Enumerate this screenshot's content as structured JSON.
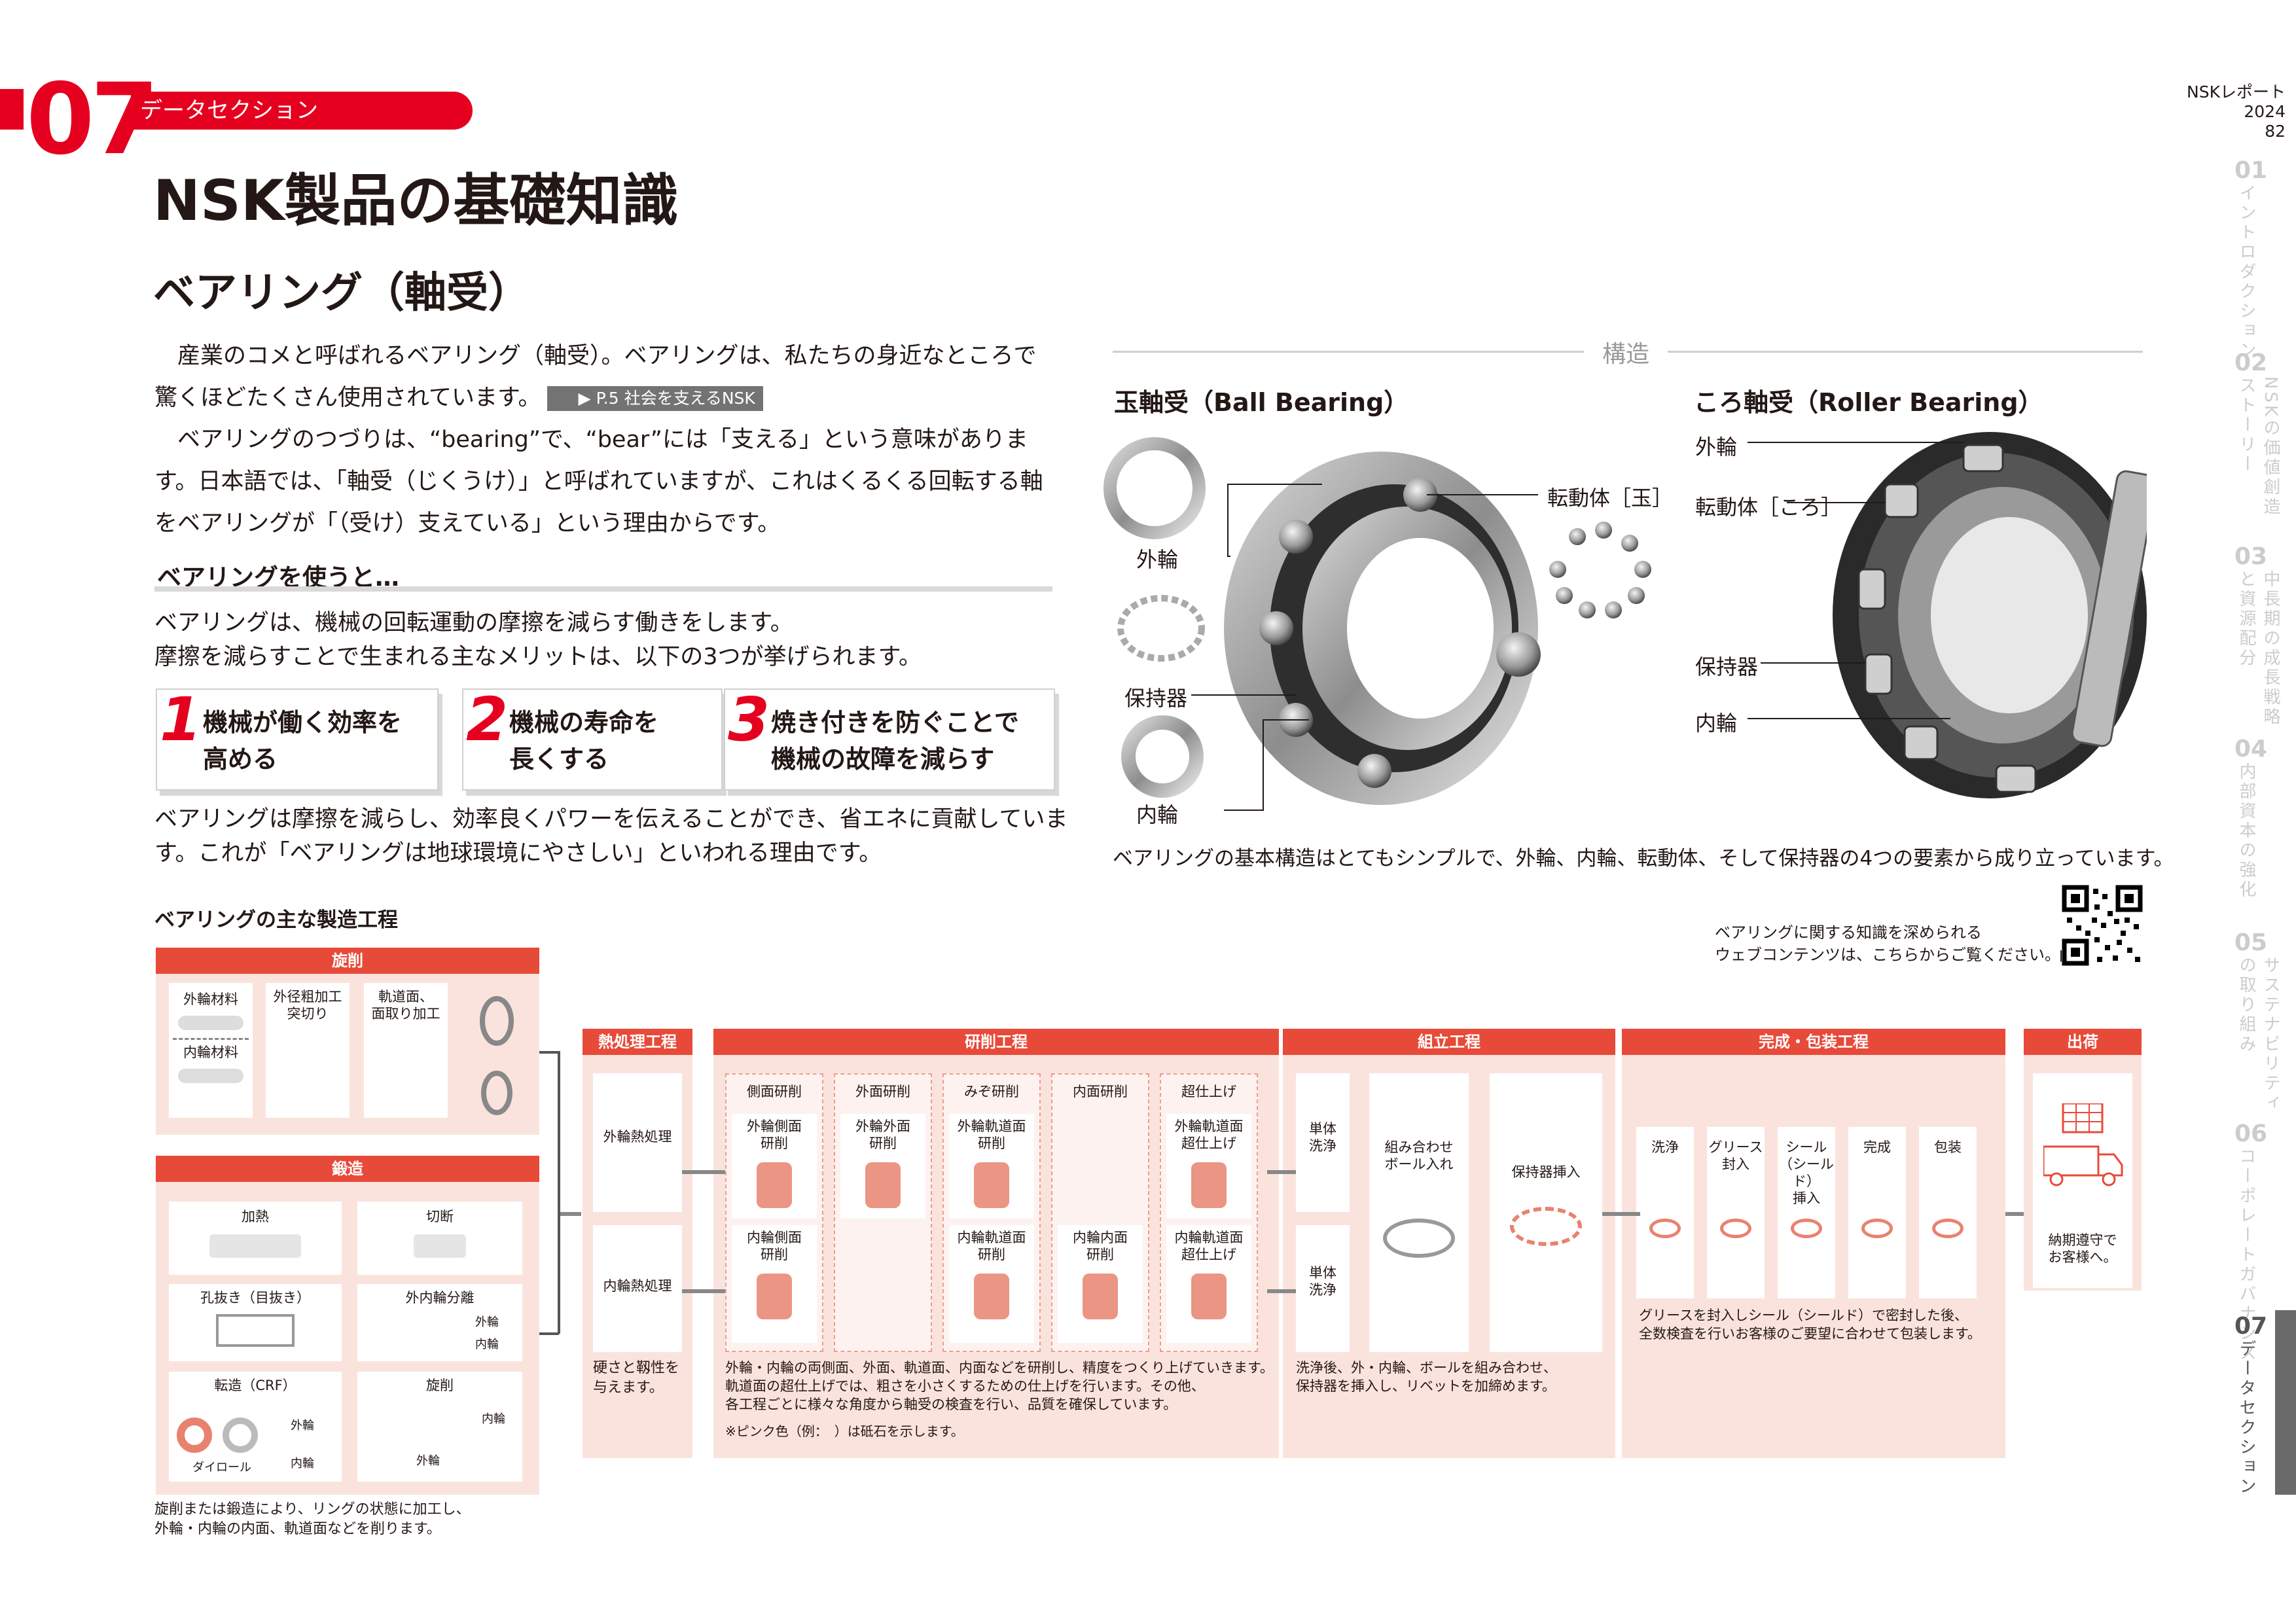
{
  "header": {
    "section_number": "07",
    "section_label": "データセクション",
    "title": "NSK製品の基礎知識",
    "subtitle": "ベアリング（軸受）"
  },
  "sidebar": {
    "report": "NSKレポート",
    "year": "2024",
    "page": "82",
    "items": [
      {
        "num": "01",
        "label": "イントロダクション",
        "active": false
      },
      {
        "num": "02",
        "label": "NSKの価値創造ストーリー",
        "active": false
      },
      {
        "num": "03",
        "label": "中長期の成長戦略と資源配分",
        "active": false
      },
      {
        "num": "04",
        "label": "内部資本の強化",
        "active": false
      },
      {
        "num": "05",
        "label": "サステナビリティの取り組み",
        "active": false
      },
      {
        "num": "06",
        "label": "コーポレートガバナンス",
        "active": false
      },
      {
        "num": "07",
        "label": "データセクション",
        "active": true
      }
    ]
  },
  "intro": {
    "p1": "産業のコメと呼ばれるベアリング（軸受）。ベアリングは、私たちの身近なところで驚くほどたくさん使用されています。",
    "p1_link": "▶ P.5 社会を支えるNSK",
    "p2": "ベアリングのつづりは、“bearing”で、“bear”には「支える」という意味があります。日本語では、「軸受（じくうけ）」と呼ばれていますが、これはくるくる回転する軸をベアリングが「（受け）支えている」という理由からです。"
  },
  "usage": {
    "heading": "ベアリングを使うと…",
    "line1": "ベアリングは、機械の回転運動の摩擦を減らす働きをします。",
    "line2": "摩擦を減らすことで生まれる主なメリットは、以下の3つが挙げられます。",
    "merits": [
      {
        "n": "1",
        "l1": "機械が働く効率を",
        "l2": "高める"
      },
      {
        "n": "2",
        "l1": "機械の寿命を",
        "l2": "長くする"
      },
      {
        "n": "3",
        "l1": "焼き付きを防ぐことで",
        "l2": "機械の故障を減らす"
      }
    ],
    "conclusion": "ベアリングは摩擦を減らし、効率良くパワーを伝えることができ、省エネに貢献しています。これが「ベアリングは地球環境にやさしい」といわれる理由です。"
  },
  "structure": {
    "title": "構造",
    "ball": {
      "title": "玉軸受（Ball Bearing）",
      "outer": "外輪",
      "cage": "保持器",
      "inner": "内輪",
      "rolling": "転動体［玉］"
    },
    "roller": {
      "title": "ころ軸受（Roller Bearing）",
      "outer": "外輪",
      "rolling": "転動体［ころ］",
      "cage": "保持器",
      "inner": "内輪"
    },
    "caption": "ベアリングの基本構造はとてもシンプルで、外輪、内輪、転動体、そして保持器の4つの要素から成り立っています。"
  },
  "process": {
    "title": "ベアリングの主な製造工程",
    "qr_l1": "ベアリングに関する知識を深められる",
    "qr_l2": "ウェブコンテンツは、こちらからご覧ください。▶",
    "turning": {
      "head": "旋削",
      "outer_mat": "外輪材料",
      "inner_mat": "内輪材料",
      "c1": "外径粗加工\n突切り",
      "c2": "軌道面、\n面取り加工"
    },
    "forging": {
      "head": "鍛造",
      "heat": "加熱",
      "cut": "切断",
      "punch": "孔抜き（目抜き）",
      "split": "外内輪分離",
      "outer": "外輪",
      "inner": "内輪",
      "crf": "転造（CRF）",
      "turn": "旋削",
      "die": "ダイロール",
      "outer2": "外輪",
      "inner2": "内輪",
      "outer3": "外輪",
      "inner3": "内輪"
    },
    "left_note": "旋削または鍛造により、リングの状態に加工し、\n外輪・内輪の内面、軌道面などを削ります。",
    "heat": {
      "head": "熱処理工程",
      "outer": "外輪熱処理",
      "inner": "内輪熱処理",
      "note": "硬さと靱性を\n与えます。"
    },
    "grind": {
      "head": "研削工程",
      "cols": [
        "側面研削",
        "外面研削",
        "みぞ研削",
        "内面研削",
        "超仕上げ"
      ],
      "r1": [
        "外輪側面\n研削",
        "外輪外面\n研削",
        "外輪軌道面\n研削",
        "",
        "外輪軌道面\n超仕上げ"
      ],
      "r2": [
        "内輪側面\n研削",
        "",
        "内輪軌道面\n研削",
        "内輪内面\n研削",
        "内輪軌道面\n超仕上げ"
      ],
      "note": "外輪・内輪の両側面、外面、軌道面、内面などを研削し、精度をつくり上げていきます。\n軌道面の超仕上げでは、粗さを小さくするための仕上げを行います。その他、\n各工程ごとに様々な角度から軸受の検査を行い、品質を確保しています。",
      "note2": "※ピンク色（例：　）は砥石を示します。"
    },
    "assembly": {
      "head": "組立工程",
      "wash1": "単体\n洗浄",
      "wash2": "単体\n洗浄",
      "combine": "組み合わせ\nボール入れ",
      "cage": "保持器挿入",
      "note": "洗浄後、外・内輪、ボールを組み合わせ、\n保持器を挿入し、リベットを加締めます。"
    },
    "finish": {
      "head": "完成・包装工程",
      "steps": [
        "洗浄",
        "グリース\n封入",
        "シール\n（シールド）\n挿入",
        "完成",
        "包装"
      ],
      "note": "グリースを封入しシール（シールド）で密封した後、\n全数検査を行いお客様のご要望に合わせて包装します。"
    },
    "ship": {
      "head": "出荷",
      "note": "納期遵守で\nお客様へ。"
    }
  },
  "colors": {
    "brand_red": "#e6001f",
    "stage_red": "#e84a39",
    "stage_bg": "#fbe3dd",
    "stone_pink": "#e8826f"
  }
}
